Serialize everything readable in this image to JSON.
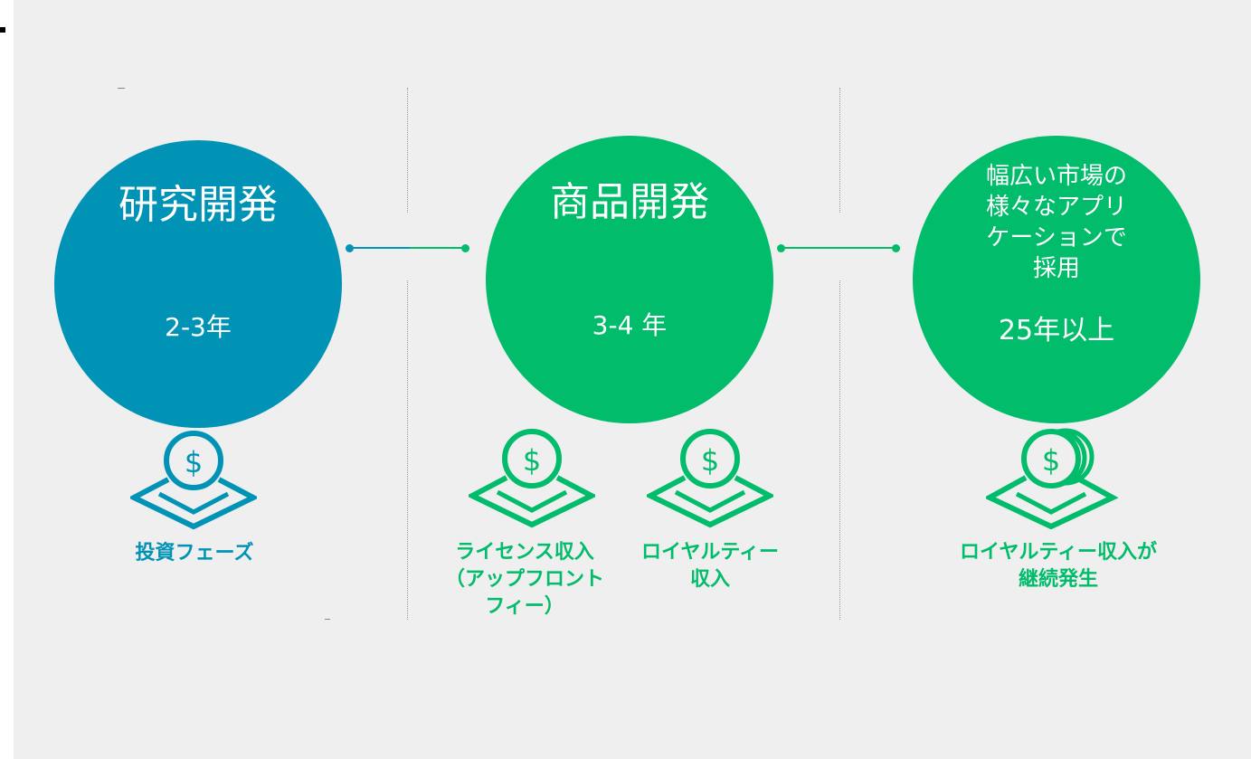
{
  "colors": {
    "blue": "#0093b6",
    "green": "#00bc6b",
    "panel": "#efefef",
    "text_white": "#ffffff"
  },
  "stages": [
    {
      "title": "研究開発",
      "duration": "2-3年",
      "color": "#0093b6"
    },
    {
      "title": "商品開発",
      "duration": "3-4 年",
      "color": "#00bc6b"
    },
    {
      "title": "幅広い市場の\n様々なアプリ\nケーションで\n採用",
      "duration": "25年以上",
      "color": "#00bc6b"
    }
  ],
  "labels": {
    "investment": "投資フェーズ",
    "license": "ライセンス収入\n（アップフロント\nフィー）",
    "royalty": "ロイヤルティー\n収入",
    "continuous": "ロイヤルティー収入が\n継続発生"
  },
  "icons": {
    "stage1": "money-hand-icon",
    "stage2a": "money-hand-icon",
    "stage2b": "money-hand-icon",
    "stage3": "coin-stack-hand-icon"
  }
}
